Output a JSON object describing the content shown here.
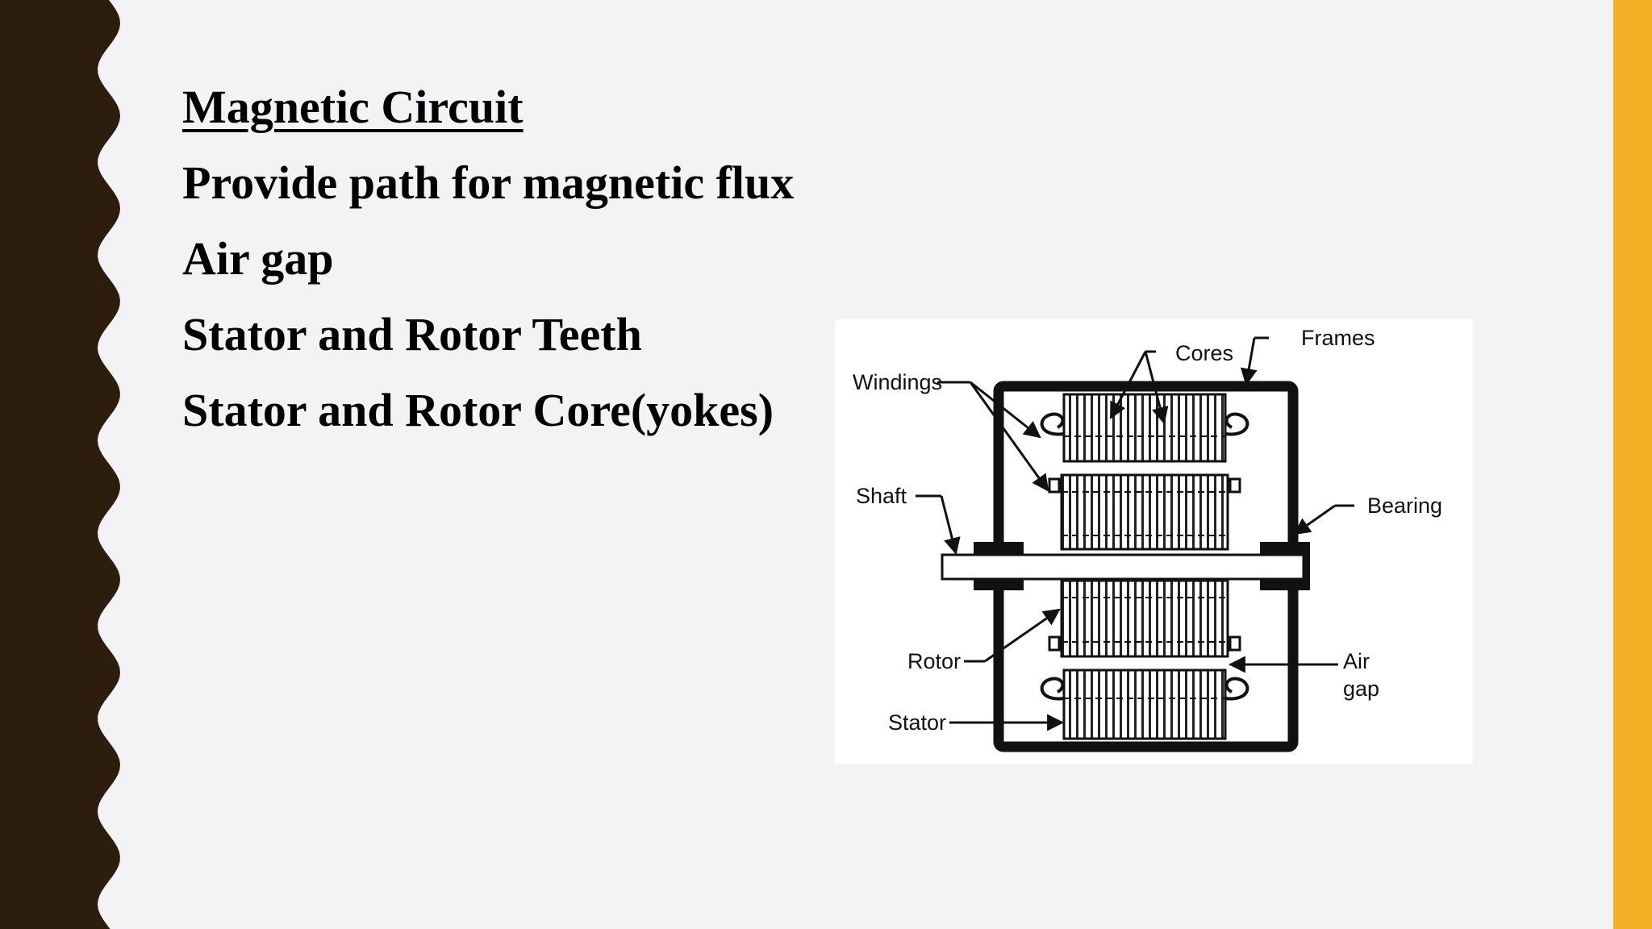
{
  "slide": {
    "heading": "Magnetic Circuit",
    "bullets": [
      "Provide path for magnetic flux",
      "Air gap",
      "Stator and Rotor Teeth",
      "Stator and Rotor Core(yokes)"
    ]
  },
  "diagram": {
    "labels": {
      "frames": "Frames",
      "cores": "Cores",
      "windings": "Windings",
      "shaft": "Shaft",
      "bearing": "Bearing",
      "rotor": "Rotor",
      "air": "Air",
      "gap": "gap",
      "stator": "Stator"
    }
  },
  "colors": {
    "left_band": "#2c1d0c",
    "right_bar": "#f5b125",
    "background": "#f3f3f5"
  }
}
